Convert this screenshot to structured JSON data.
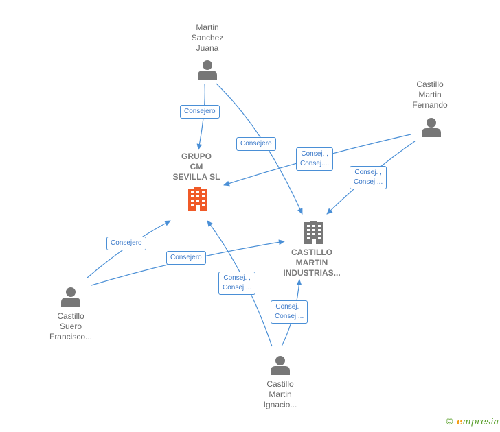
{
  "nodes": {
    "martin_sanchez": {
      "label": "Martin\nSanchez\nJuana",
      "type": "person"
    },
    "castillo_martin_fernando": {
      "label": "Castillo\nMartin\nFernando",
      "type": "person"
    },
    "grupo_cm": {
      "label": "GRUPO\nCM\nSEVILLA  SL",
      "type": "company",
      "color": "#f05a28"
    },
    "castillo_martin_industrias": {
      "label": "CASTILLO\nMARTIN\nINDUSTRIAS...",
      "type": "company",
      "color": "#777777"
    },
    "castillo_suero": {
      "label": "Castillo\nSuero\nFrancisco...",
      "type": "person"
    },
    "castillo_martin_ignacio": {
      "label": "Castillo\nMartin\nIgnacio...",
      "type": "person"
    }
  },
  "edges": [
    {
      "label": "Consejero"
    },
    {
      "label": "Consejero"
    },
    {
      "label": "Consej. ,\nConsej...."
    },
    {
      "label": "Consej. ,\nConsej...."
    },
    {
      "label": "Consejero"
    },
    {
      "label": "Consejero"
    },
    {
      "label": "Consej. ,\nConsej...."
    },
    {
      "label": "Consej. ,\nConsej...."
    }
  ],
  "colors": {
    "edge": "#4a8fd6",
    "person_icon": "#777777"
  },
  "brand": {
    "copyright": "©",
    "first": "e",
    "rest": "mpresia"
  }
}
